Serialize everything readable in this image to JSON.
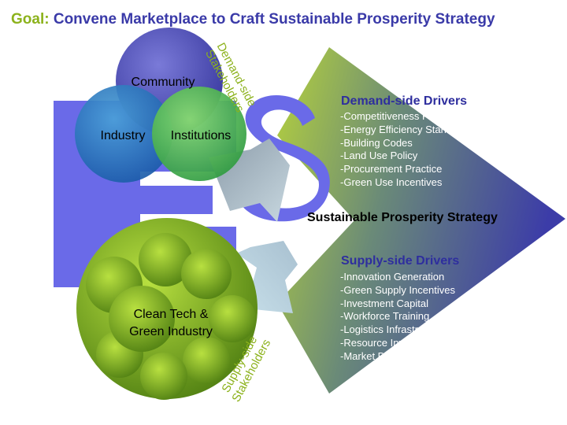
{
  "title": {
    "goal_label": "Goal:",
    "text": "Convene Marketplace to Craft Sustainable Prosperity Strategy"
  },
  "demand_stakeholders": {
    "label_line1": "Demand-side",
    "label_line2": "Stakeholders",
    "circles": [
      "Community",
      "Industry",
      "Institutions"
    ]
  },
  "supply_stakeholders": {
    "label_line1": "Supply-side",
    "label_line2": "Stakeholders",
    "cluster_line1": "Clean Tech &",
    "cluster_line2": "Green Industry"
  },
  "center": {
    "label": "Sustainable Prosperity Strategy"
  },
  "demand_drivers": {
    "heading": "Demand-side Drivers",
    "items": [
      "-Competitiveness Factors",
      "-Energy Efficiency Standards",
      "-Building Codes",
      "-Land Use Policy",
      "-Procurement Practice",
      "-Green Use Incentives"
    ]
  },
  "supply_drivers": {
    "heading": "Supply-side Drivers",
    "items": [
      "-Innovation Generation",
      "-Green Supply Incentives",
      "-Investment Capital",
      "-Workforce Training",
      "-Logistics Infrastructure",
      "-Resource Investment",
      "-Market Bridges"
    ]
  },
  "colors": {
    "green": "#8cb21c",
    "blue": "#3a3aa8",
    "letter_blue": "#6a6ae8"
  }
}
